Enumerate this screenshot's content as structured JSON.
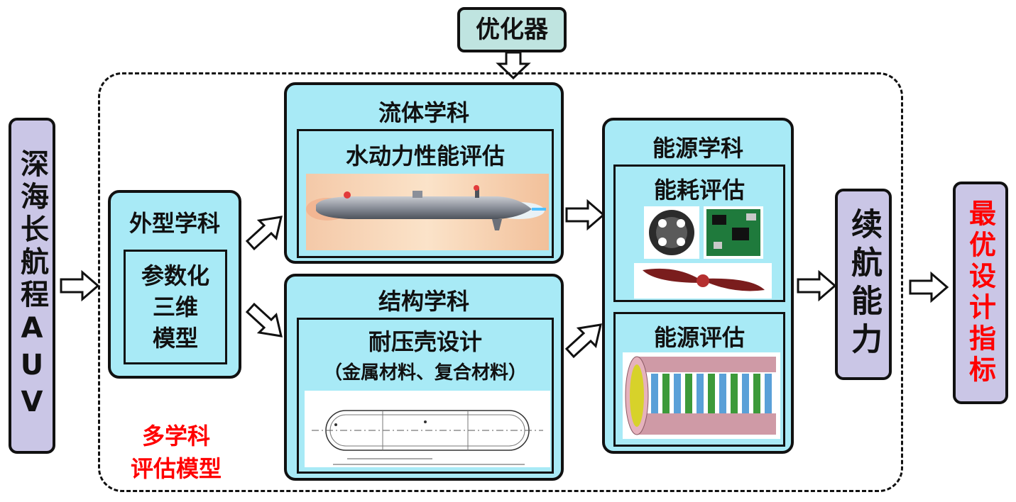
{
  "optimizer": "优化器",
  "left_label": "深海长航程AUV",
  "model_label": "多学科\n评估模型",
  "shape": {
    "title": "外型学科",
    "inner": "参数化\n三维\n模型"
  },
  "fluid": {
    "title": "流体学科",
    "inner": "水动力性能评估"
  },
  "structure": {
    "title": "结构学科",
    "inner": "耐压壳设计",
    "sub": "（金属材料、复合材料）"
  },
  "energy": {
    "title": "能源学科",
    "consumption": "能耗评估",
    "source": "能源评估"
  },
  "endurance": "续航能力",
  "result": "最优设计指标",
  "colors": {
    "cyan": "#a8eaf6",
    "lavender": "#cac6e6",
    "red": "#ff0000",
    "optimizer": "#bfe4e0"
  }
}
